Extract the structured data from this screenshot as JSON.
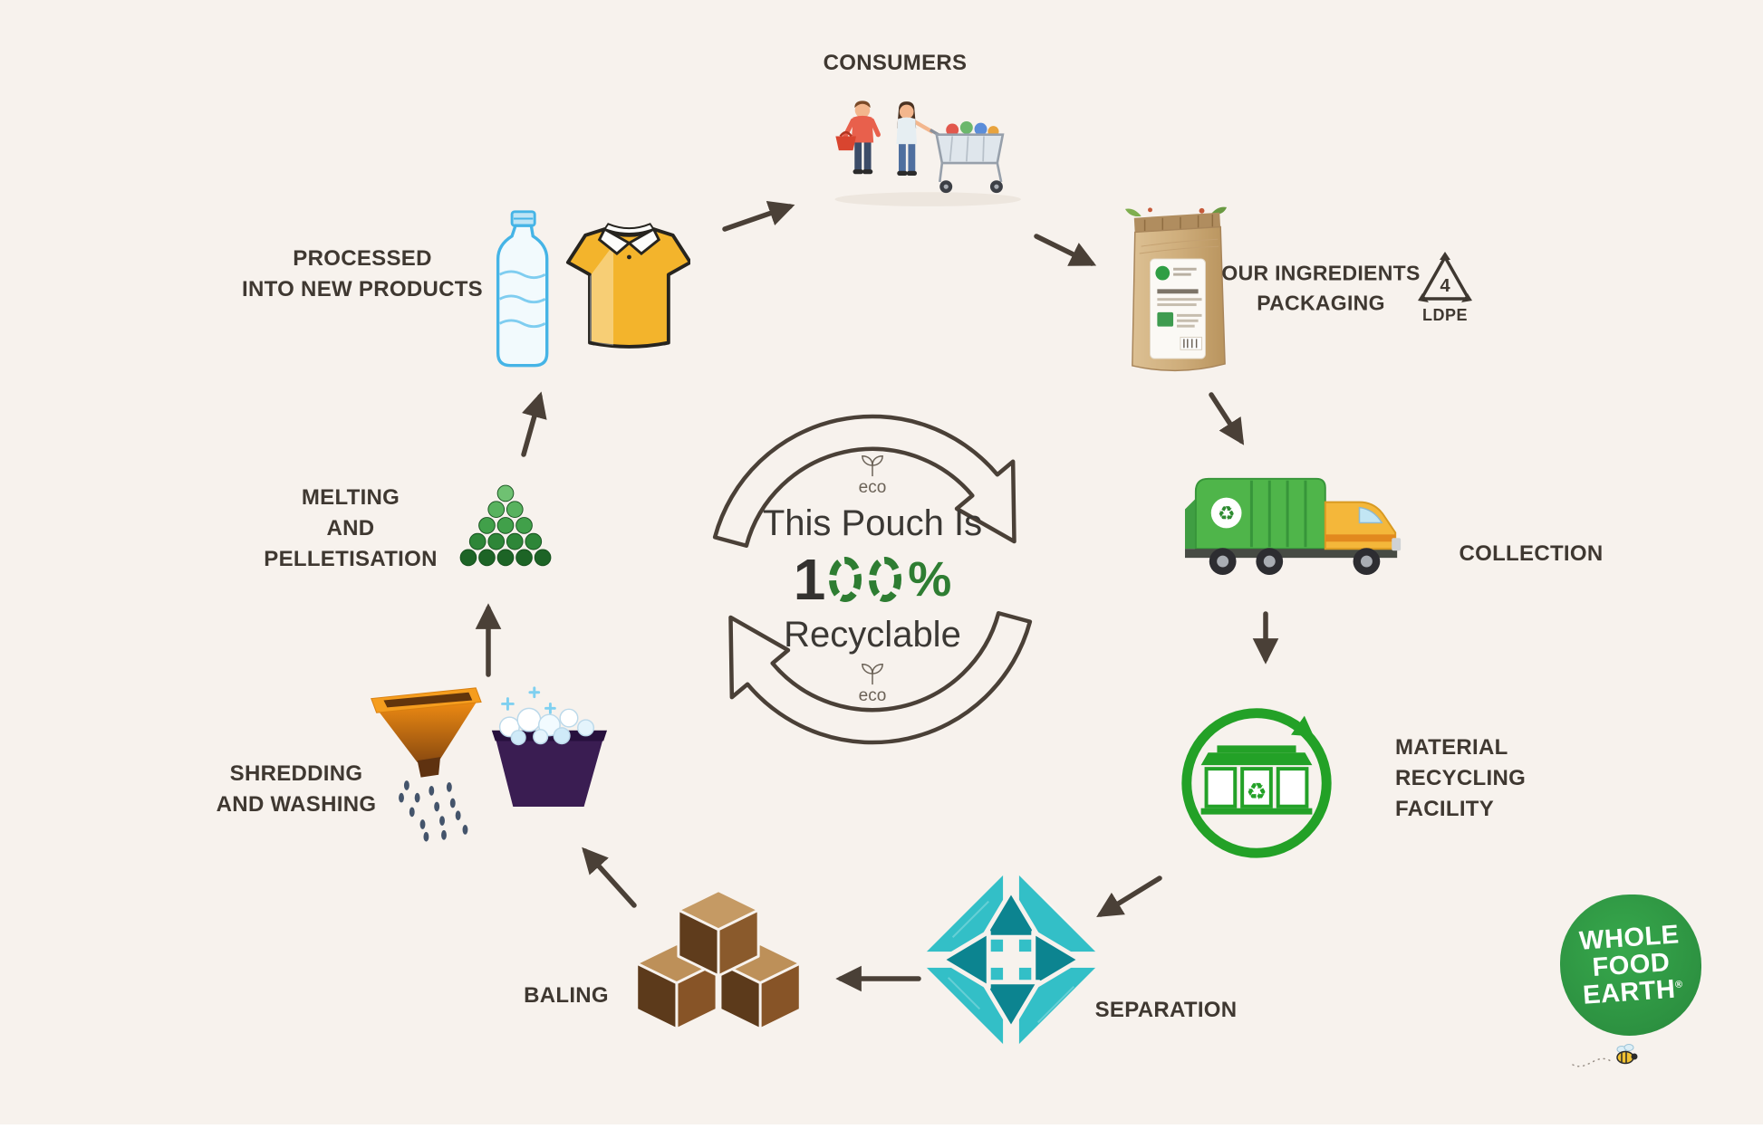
{
  "page": {
    "background": "#f7f2ed"
  },
  "center": {
    "eco_top": "eco",
    "eco_bottom": "eco",
    "line1": "This Pouch Is",
    "one": "1",
    "zero1": "0",
    "zero2": "0",
    "percent_sign": "%",
    "line2": "Recyclable"
  },
  "stages": {
    "consumers": {
      "label": "CONSUMERS"
    },
    "packaging": {
      "label": "OUR INGREDIENTS\nPACKAGING"
    },
    "collection": {
      "label": "COLLECTION"
    },
    "mrf": {
      "label": "MATERIAL\nRECYCLING\nFACILITY"
    },
    "separation": {
      "label": "SEPARATION"
    },
    "baling": {
      "label": "BALING"
    },
    "shredding": {
      "label": "SHREDDING\nAND WASHING"
    },
    "melting": {
      "label": "MELTING\nAND\nPELLETISATION"
    },
    "processed": {
      "label": "PROCESSED\nINTO NEW PRODUCTS"
    }
  },
  "ldpe": {
    "number": "4",
    "code": "LDPE"
  },
  "glyphs": {
    "recycle": "♻"
  },
  "logo": {
    "line1": "WHOLE",
    "line2": "FOOD",
    "line3": "EARTH",
    "registered": "®"
  },
  "colors": {
    "accent_green": "#2e7d32",
    "facility_green": "#23a127",
    "separation_teal": "#33bfc7",
    "arrow": "#4a4037"
  }
}
